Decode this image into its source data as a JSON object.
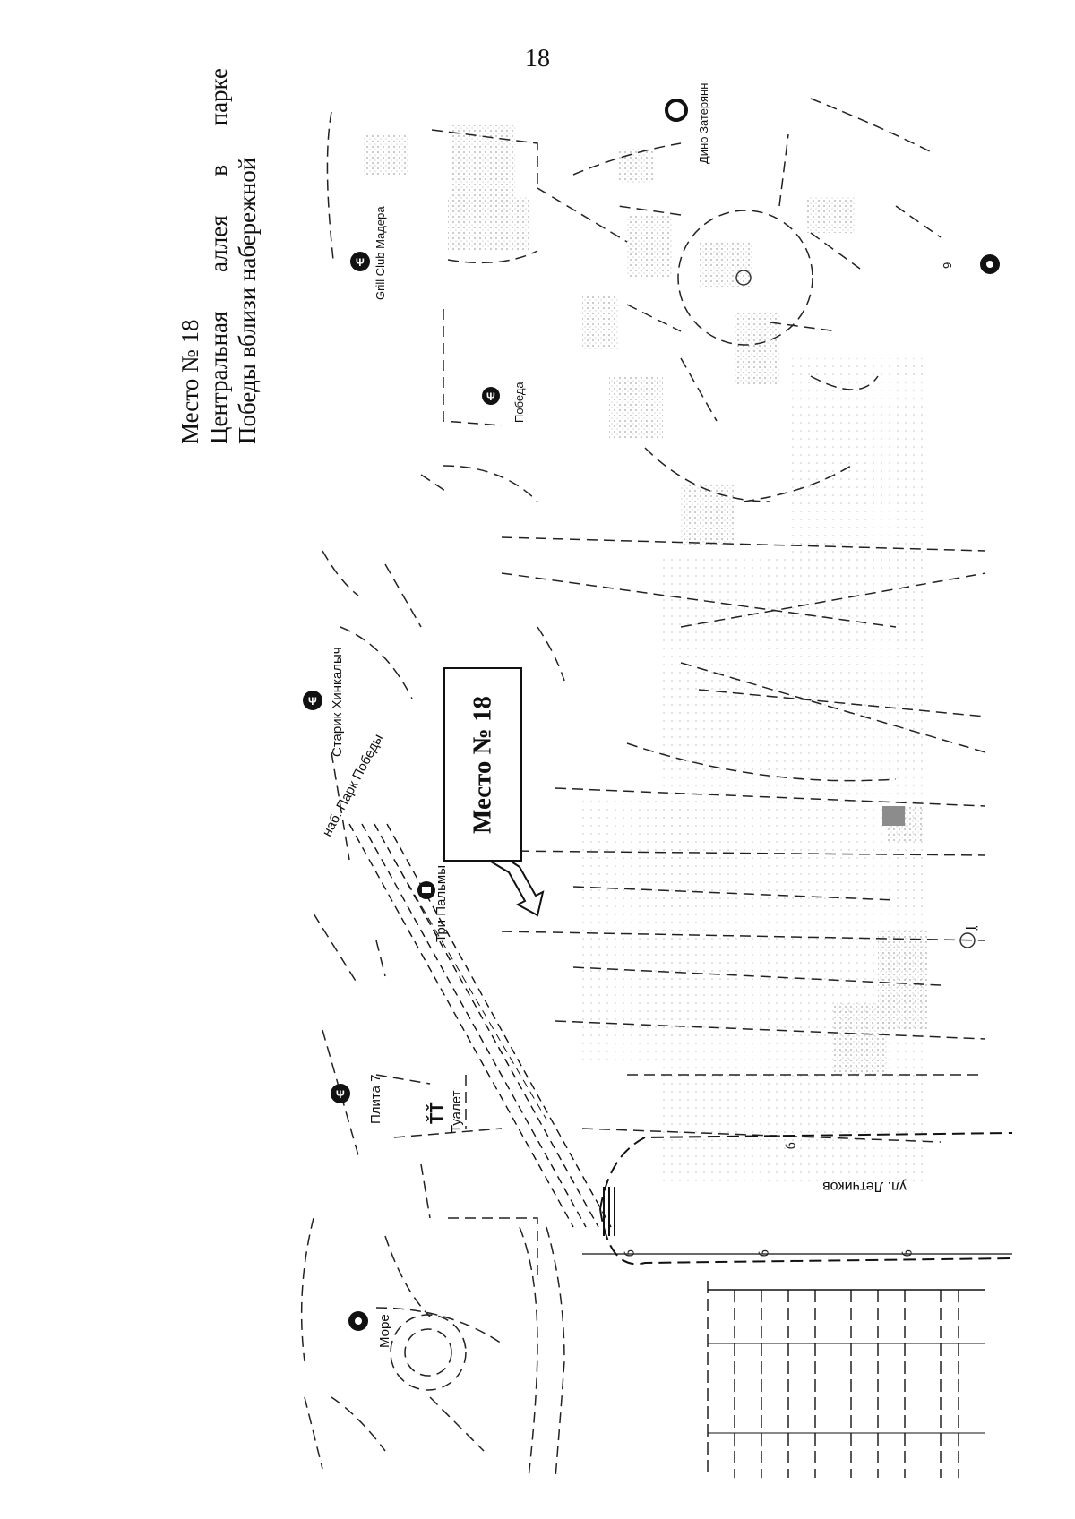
{
  "page_number": "18",
  "caption": {
    "line1": "Место № 18",
    "line2_words": [
      "Центральная",
      "аллея",
      "в",
      "парке"
    ],
    "line3": "Победы вблизи набережной"
  },
  "callout": {
    "text": "Место № 18"
  },
  "labels": {
    "embankment": "наб. Парк Победы",
    "starik": "Старик Хинкалыч",
    "tri_palmy": "Три Пальмы",
    "plita": "Плита 7",
    "tualet": "Туалет",
    "more": "Море",
    "grill": "Grill Club Мадера",
    "pobeda": "Победа",
    "dino": "Дино Затерянн",
    "street": "ул. Летчиков",
    "num9": "9"
  },
  "colors": {
    "ink": "#111111",
    "gray": "#9a9a9a",
    "shade": "#d6d6d6"
  }
}
